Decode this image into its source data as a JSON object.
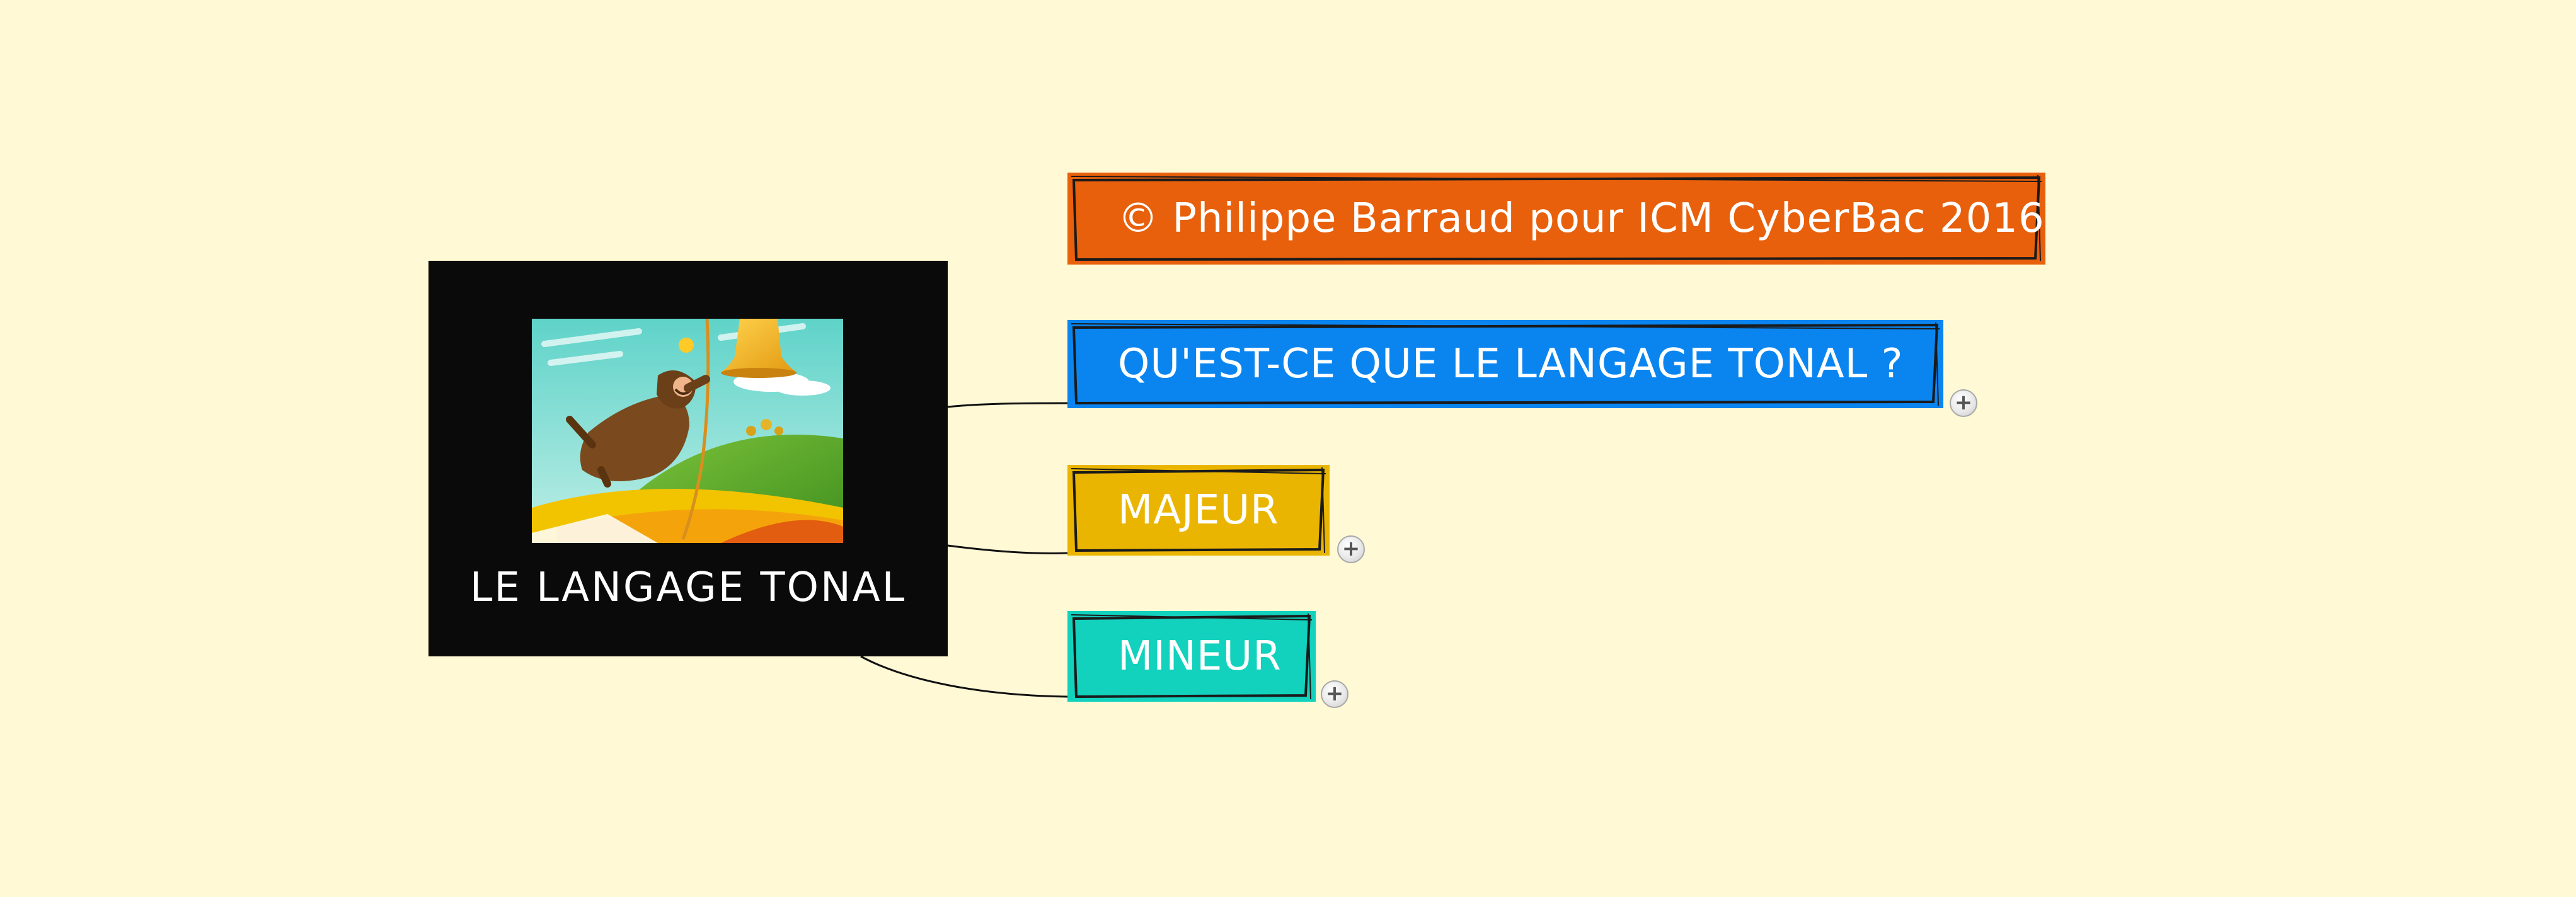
{
  "central_topic": {
    "title": "LE LANGAGE TONAL",
    "background": "#0a0a0a",
    "illustration": "monk-ringing-bell-illustration"
  },
  "topics": [
    {
      "id": "copyright",
      "label": "© Philippe Barraud pour ICM CyberBac 2016",
      "color": "#e8600c",
      "expandable": false
    },
    {
      "id": "definition",
      "label": "QU'EST-CE QUE LE LANGAGE TONAL ?",
      "color": "#0a85f0",
      "expandable": true
    },
    {
      "id": "majeur",
      "label": "MAJEUR",
      "color": "#eab500",
      "expandable": true
    },
    {
      "id": "mineur",
      "label": "MINEUR",
      "color": "#12d1bd",
      "expandable": true
    }
  ],
  "expand_icon": "plus-icon",
  "colors": {
    "canvas": "#fff9d6",
    "connector": "#111111",
    "text": "#ffffff"
  }
}
